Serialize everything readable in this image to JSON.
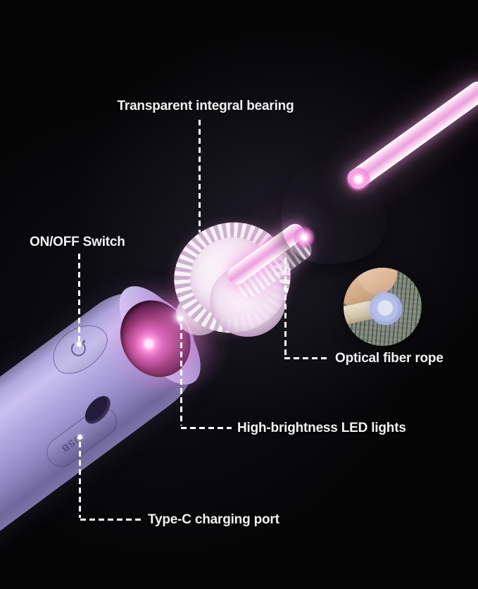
{
  "image": {
    "type": "annotated product callout photo",
    "subject": "LED fiber-optic rope handle (skipping rope) on black background"
  },
  "labels": {
    "bearing": "Transparent integral bearing",
    "switch": "ON/OFF Switch",
    "fiber": "Optical fiber rope",
    "led": "High-brightness LED lights",
    "typec": "Type-C charging port"
  },
  "device": {
    "usb_marking": "USB"
  },
  "colors": {
    "background": "#050506",
    "label_text": "#f2f2f2",
    "callout_line": "#ffffff",
    "handle_purple": "#a79ed8",
    "cone_purple": "#958dbb",
    "rope_pink": "#f2b4e5",
    "led_pink": "#ff8fe0",
    "bearing_clear": "#f3e7f2",
    "inset_fabric": "#7f887b",
    "fiber_cross_section": "#aab5e5"
  }
}
